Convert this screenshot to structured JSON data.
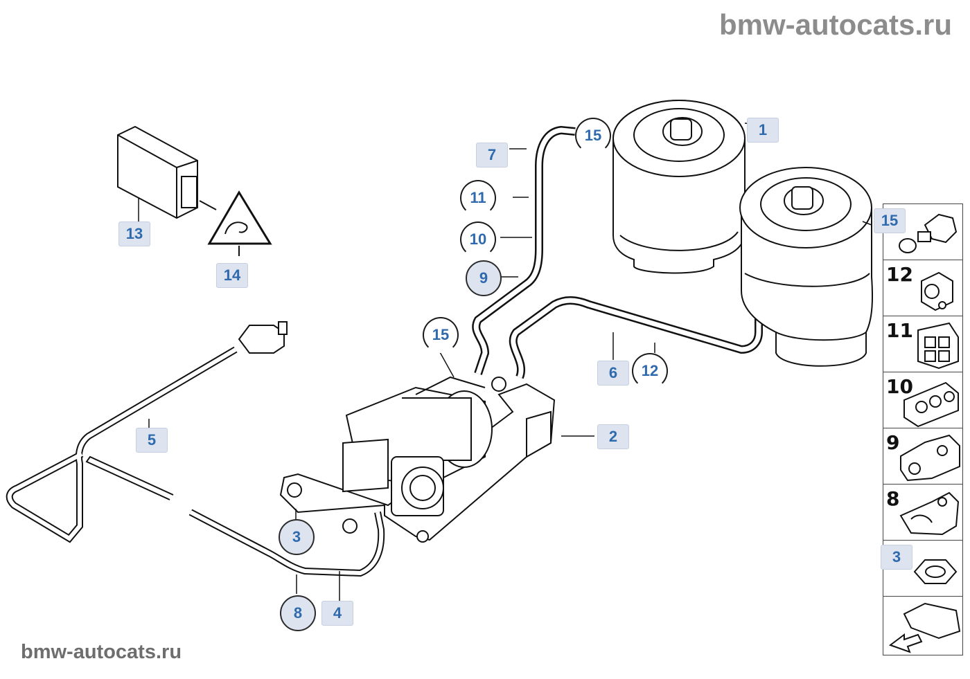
{
  "watermark_top": "bmw-autocats.ru",
  "watermark_bottom": "bmw-autocats.ru",
  "callouts": {
    "c1": "1",
    "c2": "2",
    "c3": "3",
    "c4": "4",
    "c5": "5",
    "c6": "6",
    "c7": "7",
    "c8": "8",
    "c9": "9",
    "c10": "10",
    "c11": "11",
    "c12": "12",
    "c13": "13",
    "c14": "14",
    "c15a": "15",
    "c15b": "15"
  },
  "side_panel": {
    "items": [
      {
        "label": "15",
        "icon": "connector-plug-icon"
      },
      {
        "label": "12",
        "icon": "grommet-icon"
      },
      {
        "label": "11",
        "icon": "dual-clip-icon"
      },
      {
        "label": "10",
        "icon": "triple-clip-icon"
      },
      {
        "label": "9",
        "icon": "hose-clip-icon"
      },
      {
        "label": "8",
        "icon": "hose-clip-icon"
      },
      {
        "label": "3",
        "icon": "hex-nut-icon"
      },
      {
        "label": "",
        "icon": "vehicle-rear-arrow-icon"
      }
    ]
  },
  "colors": {
    "callout_text": "#2e6aad",
    "callout_bg": "#dde4ef",
    "watermark": "#8c8c8c"
  }
}
